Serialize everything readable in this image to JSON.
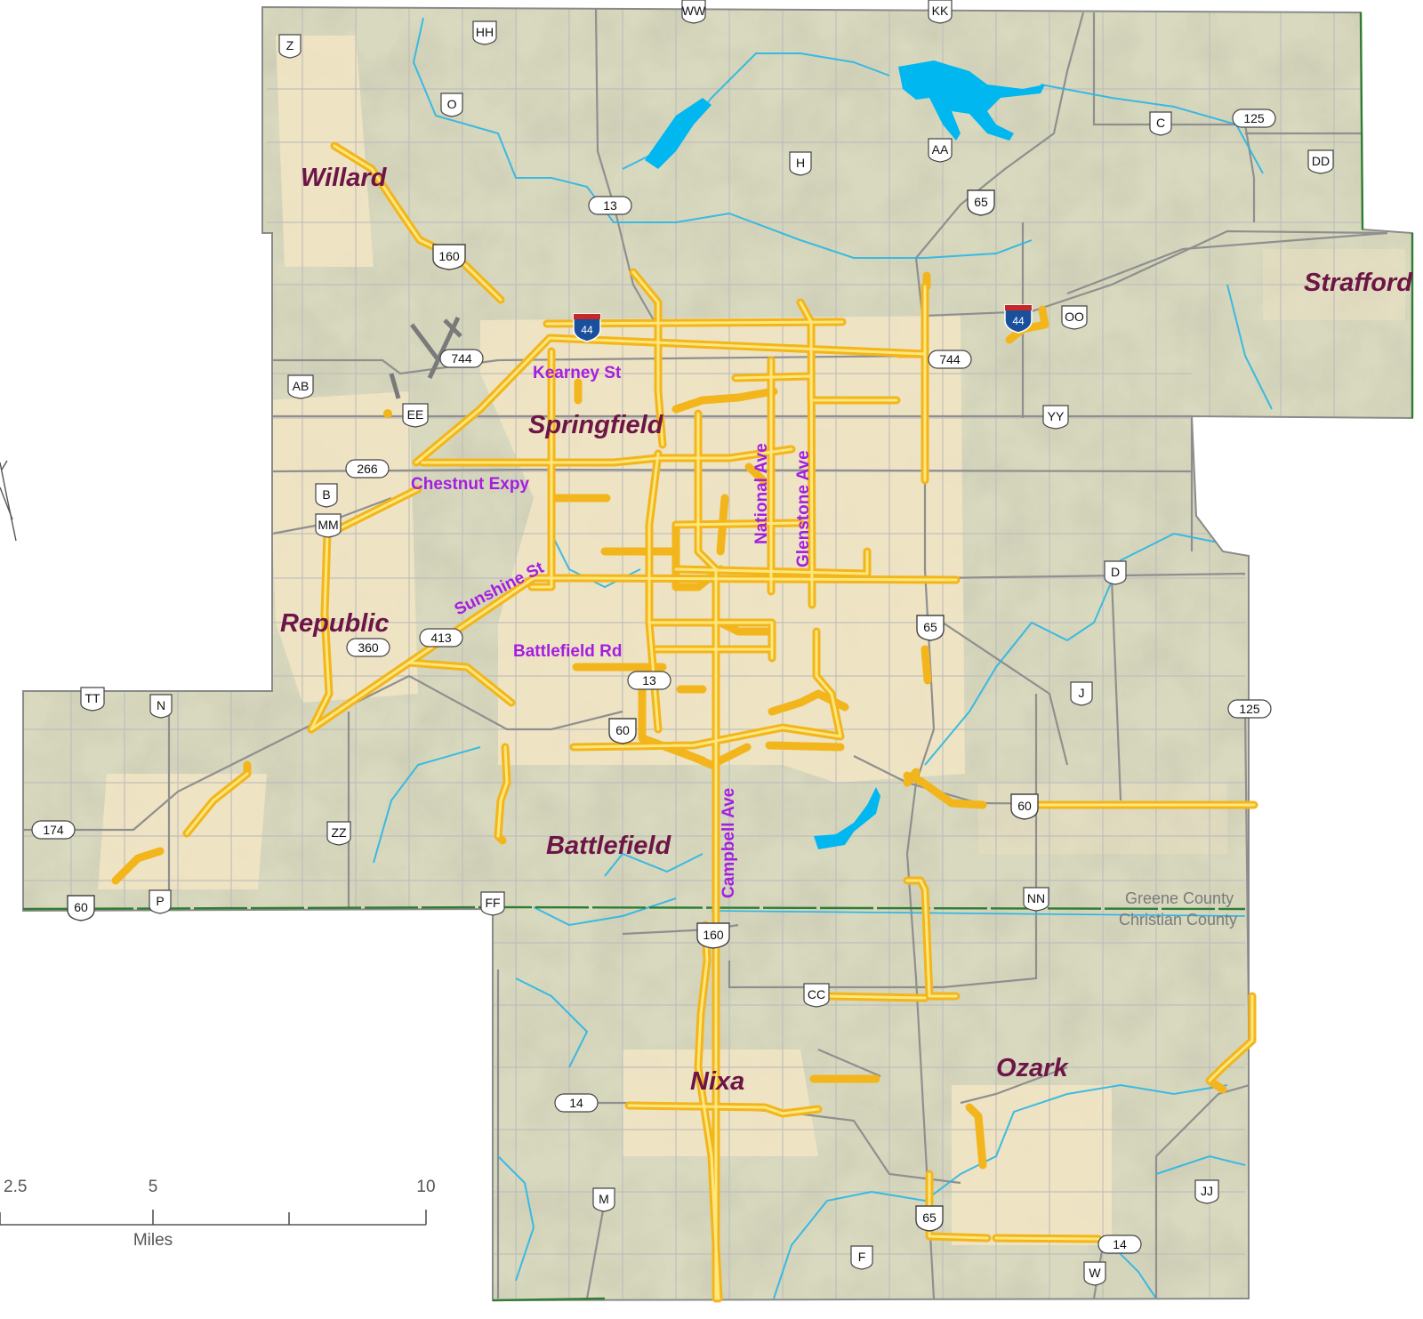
{
  "colors": {
    "land": "#d9d9bf",
    "urban": "#f2e6c4",
    "outside": "#ffffff",
    "county_border": "#7a7a7a",
    "water": "#00b7f0",
    "road": "#8f8f8f",
    "network": "#f3b51c",
    "network_core": "#fde77a",
    "city_label": "#6d1547",
    "street_label": "#a51ee0",
    "state_line": "#2e7d32"
  },
  "cities": [
    {
      "name": "Willard"
    },
    {
      "name": "Springfield"
    },
    {
      "name": "Strafford"
    },
    {
      "name": "Republic"
    },
    {
      "name": "Battlefield"
    },
    {
      "name": "Nixa"
    },
    {
      "name": "Ozark"
    }
  ],
  "streets": [
    {
      "name": "Kearney St"
    },
    {
      "name": "Chestnut Expy"
    },
    {
      "name": "Sunshine St"
    },
    {
      "name": "Battlefield Rd"
    },
    {
      "name": "National Ave"
    },
    {
      "name": "Glenstone Ave"
    },
    {
      "name": "Campbell Ave"
    }
  ],
  "shields": {
    "interstate": [
      "44",
      "44"
    ],
    "us": [
      "160",
      "65",
      "65",
      "60",
      "60",
      "160",
      "65",
      "60"
    ],
    "state_oval": [
      "13",
      "744",
      "744",
      "266",
      "360",
      "413",
      "13",
      "174",
      "125",
      "125",
      "14",
      "14"
    ],
    "letter": [
      "WW",
      "KK",
      "Z",
      "HH",
      "O",
      "H",
      "AA",
      "C",
      "DD",
      "AB",
      "EE",
      "OO",
      "YY",
      "B",
      "MM",
      "D",
      "J",
      "TT",
      "N",
      "ZZ",
      "P",
      "FF",
      "NN",
      "CC",
      "M",
      "F",
      "W",
      "JJ"
    ]
  },
  "county_labels": {
    "north": "Greene County",
    "south": "Christian County"
  },
  "scale_bar": {
    "ticks": [
      "2.5",
      "5",
      "10"
    ],
    "unit": "Miles"
  },
  "icons": {
    "north_arrow": "north-arrow-icon",
    "airport": "airport-icon"
  }
}
